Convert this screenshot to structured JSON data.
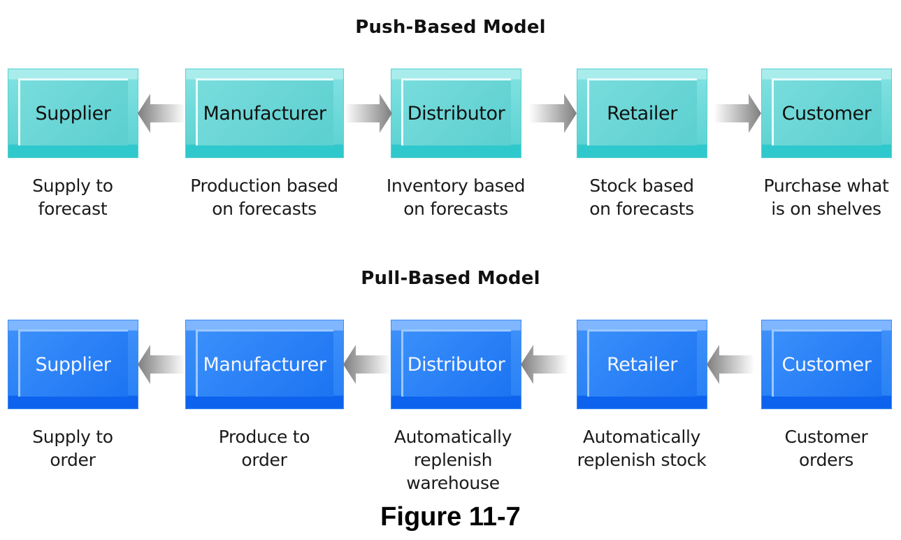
{
  "push_model": {
    "title": "Push-Based Model",
    "stages": [
      {
        "label": "Supplier",
        "caption": "Supply to\nforecast"
      },
      {
        "label": "Manufacturer",
        "caption": "Production based\non forecasts"
      },
      {
        "label": "Distributor",
        "caption": "Inventory based\non forecasts"
      },
      {
        "label": "Retailer",
        "caption": "Stock based\non forecasts"
      },
      {
        "label": "Customer",
        "caption": "Purchase what\nis on shelves"
      }
    ],
    "arrows": [
      "left",
      "right",
      "right",
      "right"
    ],
    "box_color": "#5fd3d3"
  },
  "pull_model": {
    "title": "Pull-Based Model",
    "stages": [
      {
        "label": "Supplier",
        "caption": "Supply to\norder"
      },
      {
        "label": "Manufacturer",
        "caption": "Produce to\norder"
      },
      {
        "label": "Distributor",
        "caption": "Automatically\nreplenish\nwarehouse"
      },
      {
        "label": "Retailer",
        "caption": "Automatically\nreplenish stock"
      },
      {
        "label": "Customer",
        "caption": "Customer\norders"
      }
    ],
    "arrows": [
      "left",
      "left",
      "left",
      "left"
    ],
    "box_color": "#2a82f5"
  },
  "figure_caption": "Figure 11-7"
}
